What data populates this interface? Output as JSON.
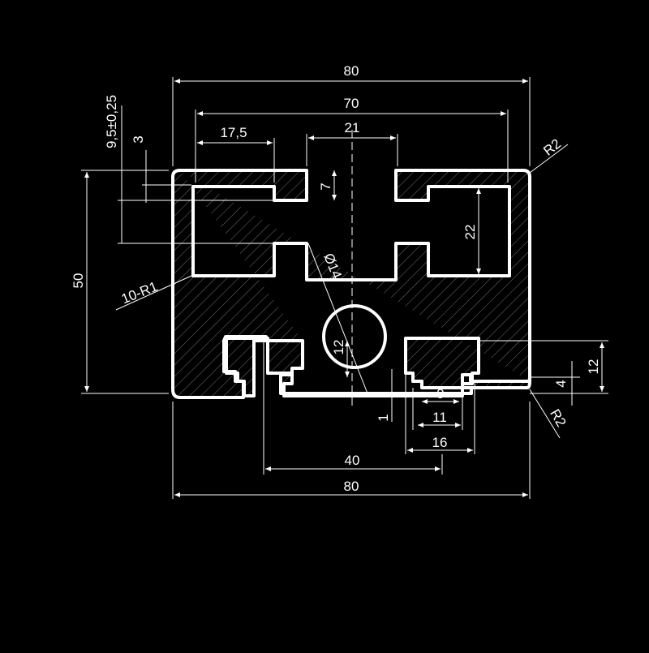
{
  "drawing": {
    "background": "#000000",
    "line_color": "#ffffff",
    "hatch_color": "#ffffff",
    "dimensions": {
      "overall_width_top": "80",
      "slot_pitch_70": "70",
      "slot_width_21": "21",
      "web_17_5": "17,5",
      "tolerance": "9,5±0,25",
      "small_3": "3",
      "depth_7": "7",
      "cavity_22": "22",
      "height_50": "50",
      "fillet_left": "10-R1",
      "hole_dia": "Ø14",
      "bore_12": "12",
      "corner_r_top": "R2",
      "corner_r_bottom": "R2",
      "right_12": "12",
      "right_4": "4",
      "lip_1": "1",
      "slot_9": "9",
      "slot_11": "11",
      "slot_16": "16",
      "pitch_40": "40",
      "overall_width_bottom": "80"
    }
  }
}
